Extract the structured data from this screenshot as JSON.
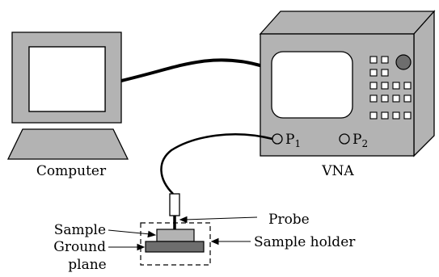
{
  "labels": {
    "computer": "Computer",
    "vna": "VNA",
    "port1": "P",
    "port1_sub": "1",
    "port2": "P",
    "port2_sub": "2",
    "probe": "Probe",
    "sample": "Sample",
    "ground_line1": "Ground",
    "ground_line2": "plane",
    "sample_holder": "Sample holder"
  },
  "colors": {
    "device_fill": "#b3b3b3",
    "screen_fill": "#ffffff",
    "ground_plane_fill": "#6e6e6e",
    "sample_fill": "#b3b3b3",
    "outline": "#000000"
  }
}
